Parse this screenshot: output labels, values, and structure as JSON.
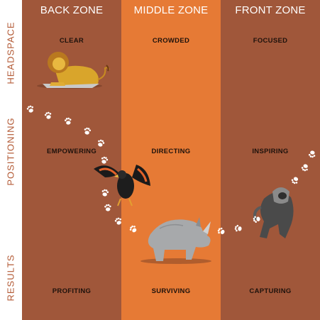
{
  "columns": {
    "back": {
      "title": "BACK ZONE",
      "row1": "CLEAR",
      "row2": "EMPOWERING",
      "row3": "PROFITING"
    },
    "middle": {
      "title": "MIDDLE ZONE",
      "row1": "CROWDED",
      "row2": "DIRECTING",
      "row3": "SURVIVING"
    },
    "front": {
      "title": "FRONT ZONE",
      "row1": "FOCUSED",
      "row2": "INSPIRING",
      "row3": "CAPTURING"
    }
  },
  "rows": {
    "r1": "HEADSPACE",
    "r2": "POSITIONING",
    "r3": "RESULTS"
  },
  "colors": {
    "dark_column": "#a0573a",
    "middle_column": "#e67a35",
    "row_label": "#b35a35",
    "text": "#1e120c"
  },
  "illustrations": [
    "lion-illustration",
    "eagle-illustration",
    "rhino-illustration",
    "baboon-illustration",
    "paw-print-icon"
  ]
}
